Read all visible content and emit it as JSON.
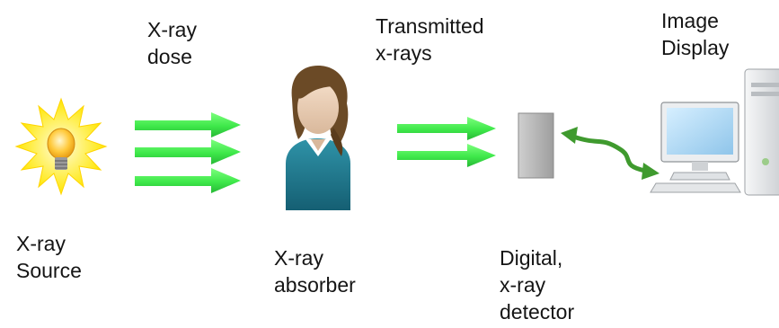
{
  "labels": {
    "dose": [
      "X-ray",
      "dose"
    ],
    "transmitted": [
      "Transmitted",
      "x-rays"
    ],
    "display": [
      "Image",
      "Display"
    ],
    "source": [
      "X-ray",
      "Source"
    ],
    "absorber": [
      "X-ray",
      "absorber"
    ],
    "detector": [
      "Digital,",
      "x-ray",
      "detector"
    ]
  },
  "colors": {
    "arrow": "#3ee84a",
    "arrow_dark": "#2fb23a",
    "wavy_arrow": "#3f9a2e",
    "bulb_glow": "#ffe600",
    "person_shirt": "#1f7e93",
    "person_hair": "#6b4a26",
    "detector": "#b7b7b7",
    "computer": "#e8eaec"
  },
  "icons": {
    "source": "glowing-lightbulb-icon",
    "absorber": "person-icon",
    "detector": "detector-panel-icon",
    "display": "desktop-computer-icon"
  }
}
